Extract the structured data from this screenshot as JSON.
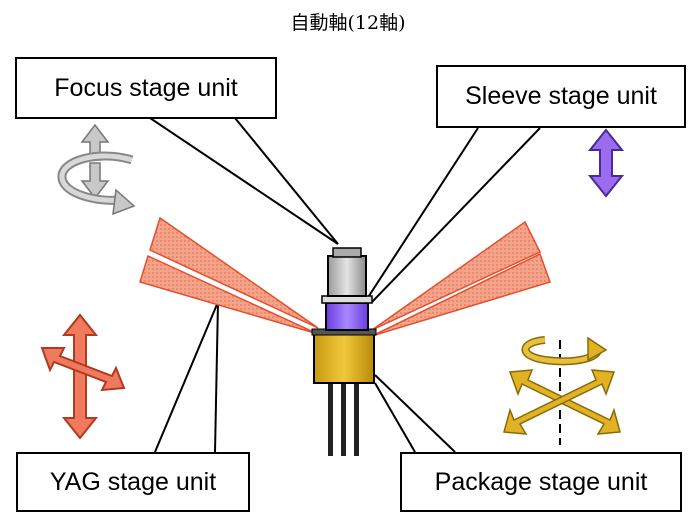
{
  "title": "自動軸(12軸)",
  "labels": {
    "focus": "Focus stage unit",
    "sleeve": "Sleeve stage unit",
    "yag": "YAG stage unit",
    "package": "Package stage unit"
  },
  "icons": {
    "focus": "rotate-and-vertical-arrows-icon",
    "sleeve": "vertical-double-arrow-icon",
    "yag": "xyz-cross-arrows-icon",
    "package": "rotate-and-cross-arrows-icon"
  },
  "colors": {
    "focus_icon": "#b8b8b8",
    "sleeve_icon": "#9b6cf0",
    "yag_icon": "#f07a5e",
    "package_icon": "#e0b224",
    "laser_beam": "#f08a70",
    "package_body": "#d4a824",
    "sleeve_ring": "#8a5cf0",
    "focus_cap": "#c0c0c0"
  }
}
